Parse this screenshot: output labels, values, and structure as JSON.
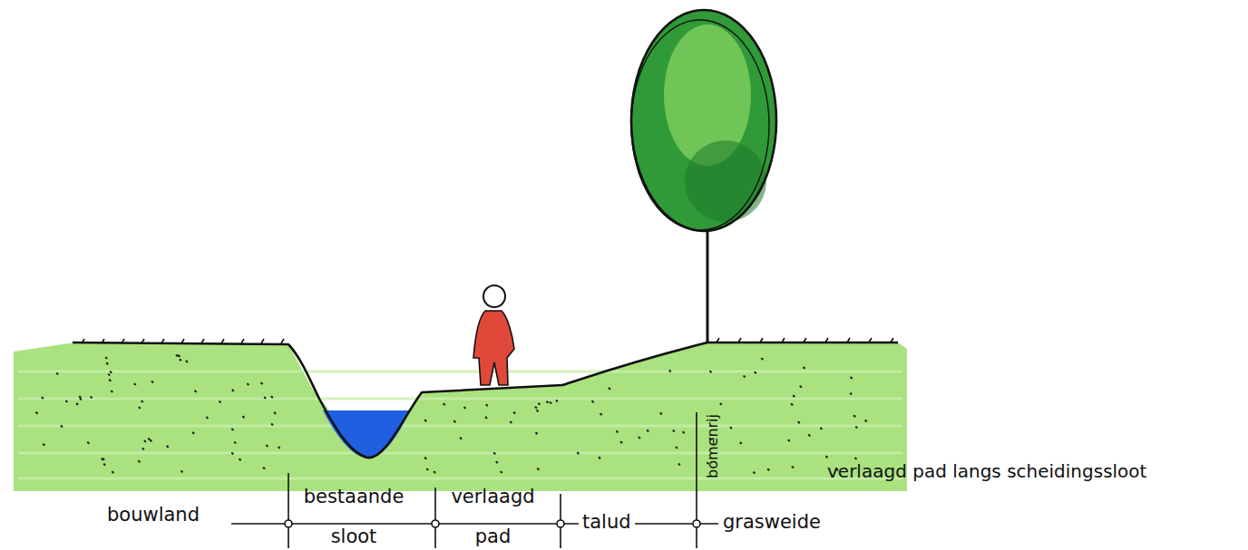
{
  "diagram": {
    "caption": "verlaagd pad langs scheidingssloot",
    "labels": [
      "bomenrij",
      "bouwland",
      "bestaande sloot",
      "verlaagd pad",
      "talud",
      "grasweide"
    ]
  }
}
